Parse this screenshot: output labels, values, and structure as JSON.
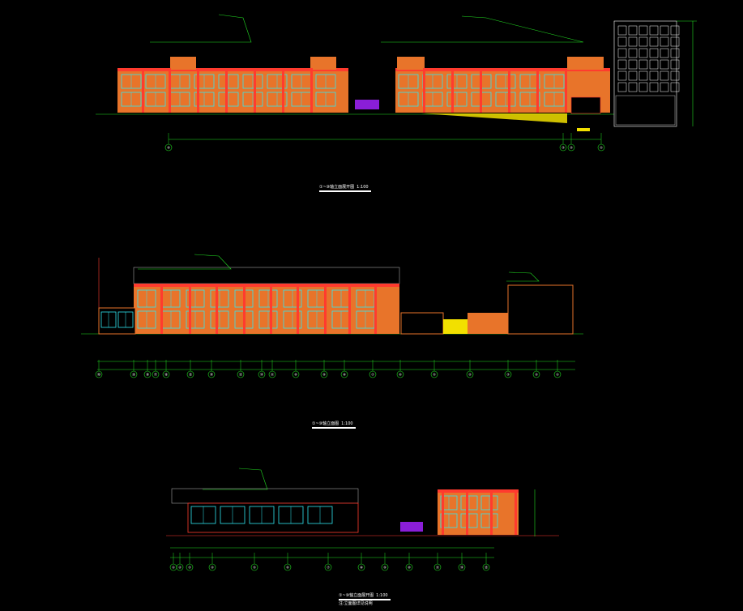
{
  "title": "",
  "colors": {
    "background": "#000000",
    "wall": "#e8742a",
    "trim": "#ff3b2e",
    "glass": "#30e6f0",
    "dim_line": "#22dd22",
    "text": "#ffffff",
    "accent_purple": "#8a1ed8",
    "accent_yellow": "#f2e000",
    "roof_grey": "#bdbdbd"
  },
  "drawings": [
    {
      "id": "elevation-1",
      "caption": "①~⑩轴立面展开图",
      "scale": "1:100",
      "grid_labels": [
        "⑩",
        "③",
        "②",
        "①"
      ]
    },
    {
      "id": "elevation-2",
      "caption": "①~⑩轴立面图",
      "scale": "1:100",
      "grid_labels": [
        "⑳",
        "⑲",
        "⑱",
        "⑰",
        "⑯",
        "⑮",
        "⑭",
        "⑬",
        "⑫",
        "⑪",
        "⑩",
        "⑨",
        "⑧",
        "⑦",
        "⑥",
        "⑤",
        "④",
        "③",
        "②",
        "①"
      ]
    },
    {
      "id": "elevation-3",
      "caption": "①~⑩轴立面展开图",
      "scale": "1:100",
      "subcaption": "注:立面图详见说明",
      "grid_labels": [
        "①",
        "②",
        "③",
        "④",
        "⑤",
        "⑥",
        "⑦",
        "⑧",
        "⑨",
        "⑩",
        "⑪",
        "⑫",
        "⑬"
      ]
    }
  ]
}
